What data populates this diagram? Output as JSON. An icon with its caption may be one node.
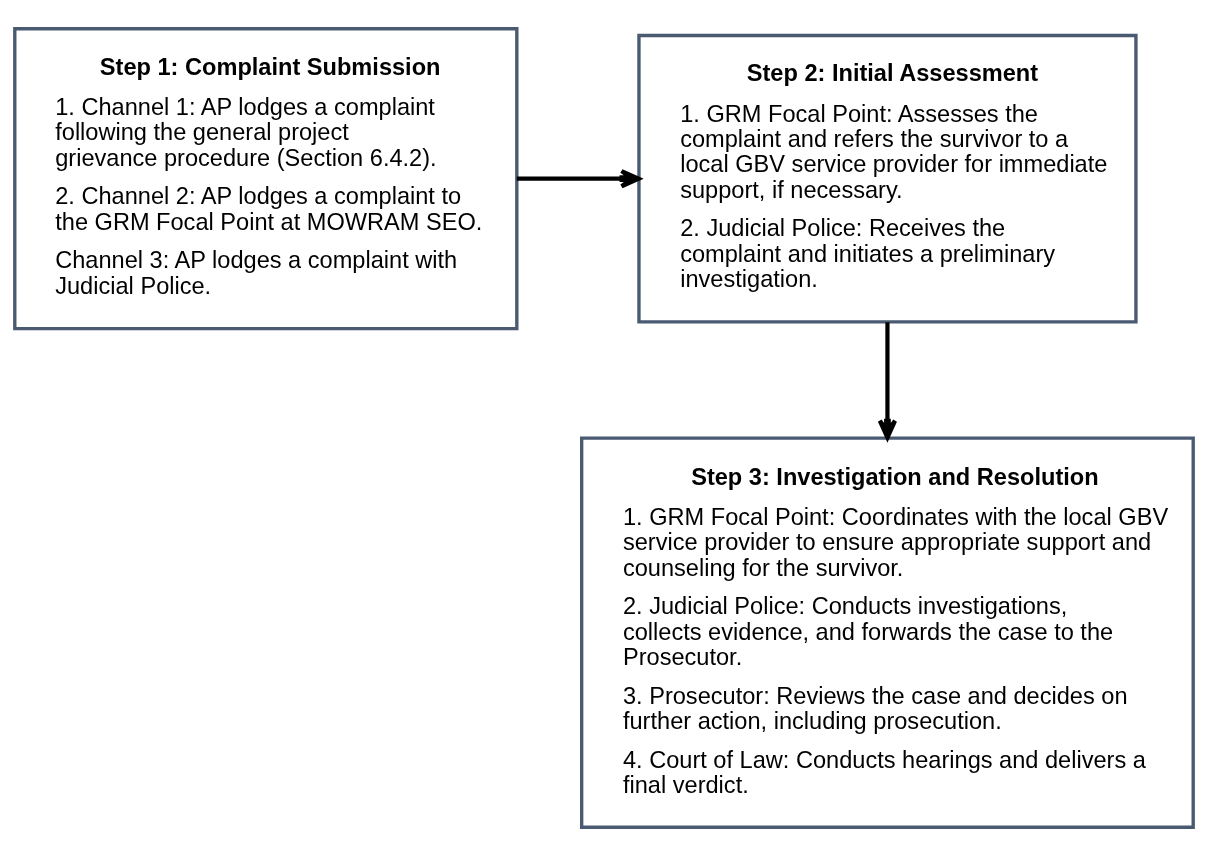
{
  "diagram": {
    "nodes": [
      {
        "text": [
          "Step 1: Complaint Submission",
          "1. Channel 1: AP lodges a complaint following the general project grievance procedure (Section 6.4.2).",
          "2. Channel 2: AP lodges a complaint to the GRM Focal Point at MOWRAM SEO.",
          "Channel 3: AP lodges a complaint with Judicial Police."
        ]
      },
      {
        "text": [
          "Step 2: Initial Assessment",
          "1. GRM Focal Point: Assesses the complaint and refers the survivor to a local GBV service provider for immediate support, if necessary.",
          "2. Judicial Police: Receives the complaint and initiates a preliminary investigation."
        ]
      },
      {
        "text": [
          "Step 3: Investigation and Resolution",
          "1. GRM Focal Point: Coordinates with the local GBV service provider to ensure appropriate support and counseling for the survivor.",
          "2. Judicial Police: Conducts investigations, collects evidence, and forwards the case to the Prosecutor.",
          "3. Prosecutor: Reviews the case and decides on further action, including prosecution.",
          "4. Court of Law: Conducts hearings and delivers a final verdict."
        ]
      }
    ],
    "edges": [
      {
        "from": 0,
        "to": 1,
        "arrow": "to"
      },
      {
        "from": 1,
        "to": 2,
        "arrow": "to"
      }
    ]
  }
}
